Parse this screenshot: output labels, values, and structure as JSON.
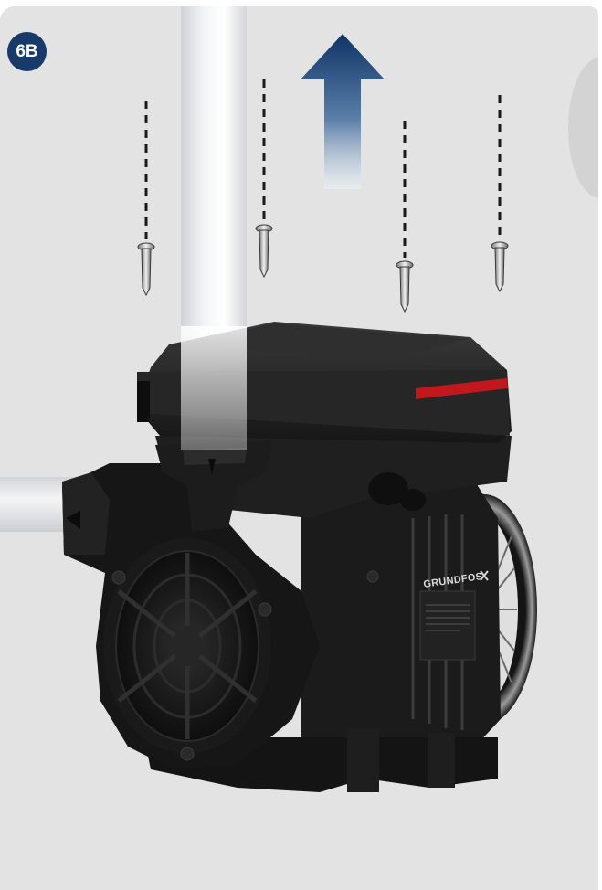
{
  "step_label": "6B",
  "pump": {
    "brand": "GRUNDFOS"
  },
  "colors": {
    "background": "#e3e3e3",
    "badge": "#173a6b",
    "arrow_top": "#0f3466",
    "arrow_bottom": "#eef2f6",
    "pump_body": "#1a1a1a",
    "accent_stripe": "#c0181d"
  },
  "icons": {
    "direction": "arrow-up-icon",
    "fastener": "screw-icon"
  },
  "screw_count": 4
}
